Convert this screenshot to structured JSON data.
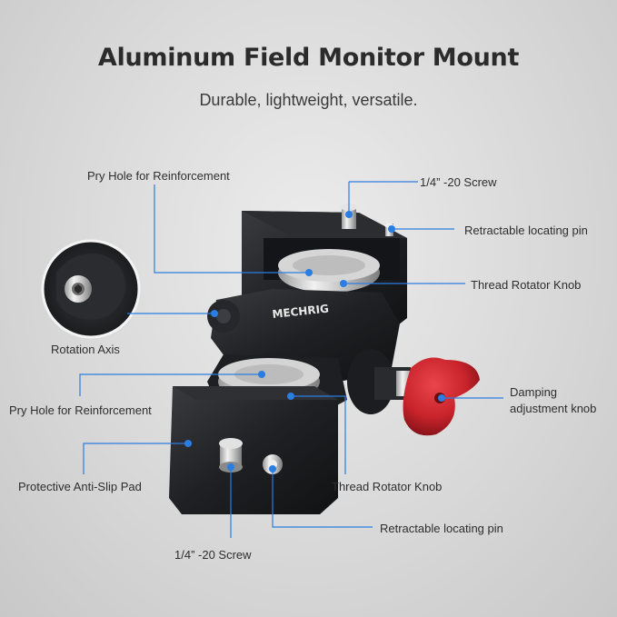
{
  "header": {
    "title": "Aluminum Field Monitor Mount",
    "subtitle": "Durable, lightweight, versatile."
  },
  "brand": {
    "logo_text": "MECHRIG"
  },
  "callouts": {
    "pry_hole_top": "Pry Hole for Reinforcement",
    "screw_top": "1/4” -20 Screw",
    "locating_pin_top": "Retractable locating pin",
    "thread_knob_top": "Thread Rotator Knob",
    "rotation_axis": "Rotation Axis",
    "pry_hole_bottom": "Pry Hole for Reinforcement",
    "damping_knob_line1": "Damping",
    "damping_knob_line2": "adjustment knob",
    "anti_slip_pad": "Protective Anti-Slip Pad",
    "thread_knob_bottom": "Thread Rotator Knob",
    "locating_pin_bottom": "Retractable locating pin",
    "screw_bottom": "1/4” -20 Screw"
  },
  "colors": {
    "accent": "#2a7de1",
    "knob_red": "#c8232b",
    "body_black": "#1f2023"
  }
}
